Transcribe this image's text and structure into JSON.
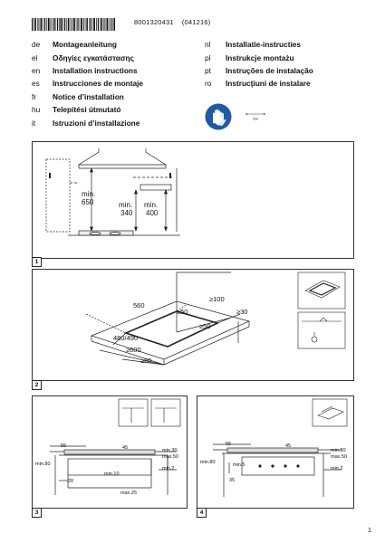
{
  "header": {
    "doc_number": "8001320431",
    "doc_date": "(041216)"
  },
  "languages_left": [
    {
      "code": "de",
      "title": "Montageanleitung"
    },
    {
      "code": "el",
      "title": "Οδηγίες εγκατάστασης"
    },
    {
      "code": "en",
      "title": "Installation instructions"
    },
    {
      "code": "es",
      "title": "Instrucciones de montaje"
    },
    {
      "code": "fr",
      "title": "Notice d’installation"
    },
    {
      "code": "hu",
      "title": "Telepítési útmutató"
    },
    {
      "code": "it",
      "title": "Istruzioni d’installazione"
    }
  ],
  "languages_right": [
    {
      "code": "nl",
      "title": "Installatie-instructies"
    },
    {
      "code": "pl",
      "title": "Instrukcje montażu"
    },
    {
      "code": "pt",
      "title": "Instruções de instalação"
    },
    {
      "code": "ro",
      "title": "Instrucţiuni de instalare"
    }
  ],
  "icons": {
    "safety": "protective-gloves-icon",
    "ruler": "ruler-icon"
  },
  "ruler_label": "mm",
  "fig1": {
    "number": "1",
    "label_min650_a": "min.",
    "label_min650_b": "650",
    "label_min340_a": "min.",
    "label_min340_b": "340",
    "label_min400_a": "min.",
    "label_min400_b": "400"
  },
  "fig2": {
    "number": "2",
    "d560": "560",
    "d100": "≥100",
    "d50a": "≥50",
    "d30": "≥30",
    "d50b": "≥50",
    "d480": "480/490",
    "d600": "≥600",
    "d80": "≥80"
  },
  "fig3": {
    "number": "3",
    "d55": "55",
    "d45": "45",
    "dmin30": "min.30",
    "dmax50": "max.50",
    "dmin2": "min.2",
    "dmin80": "min.80",
    "dmin10": "min.10",
    "d20": "20",
    "dmax25": "max.25"
  },
  "fig4": {
    "number": "4",
    "d55": "55",
    "d45": "45",
    "dmin30": "min.30",
    "dmax50": "max.50",
    "dmin80": "min.80",
    "dmin5": "min.5",
    "dmin2": "min.2",
    "d35": "35"
  },
  "page_number": "1"
}
